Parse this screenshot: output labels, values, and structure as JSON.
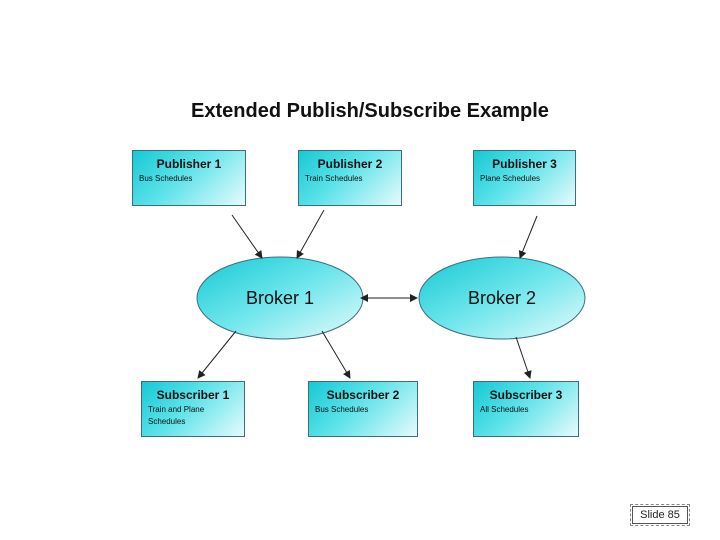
{
  "title": "Extended Publish/Subscribe Example",
  "publishers": [
    {
      "name": "Publisher 1",
      "desc": "Bus Schedules"
    },
    {
      "name": "Publisher 2",
      "desc": "Train Schedules"
    },
    {
      "name": "Publisher 3",
      "desc": "Plane Schedules"
    }
  ],
  "brokers": [
    {
      "name": "Broker 1"
    },
    {
      "name": "Broker 2"
    }
  ],
  "subscribers": [
    {
      "name": "Subscriber 1",
      "desc": "Train and Plane Schedules"
    },
    {
      "name": "Subscriber 2",
      "desc": "Bus Schedules"
    },
    {
      "name": "Subscriber 3",
      "desc": "All Schedules"
    }
  ],
  "slide": "Slide 85",
  "colors": {
    "node_fill_start": "#16c9d4",
    "node_fill_end": "#e6fbfc",
    "outline": "#3b6f7f"
  }
}
